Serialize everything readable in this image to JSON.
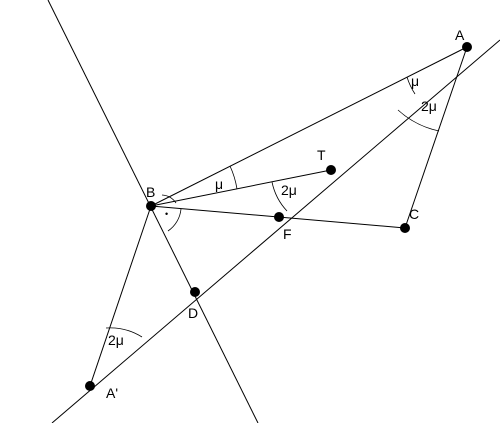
{
  "points": {
    "A": "A",
    "B": "B",
    "C": "C",
    "T": "T",
    "F": "F",
    "D": "D",
    "A_prime": "A'"
  },
  "angles": {
    "mu_at_A": "μ",
    "two_mu_at_A": "2μ",
    "mu_at_B": "μ",
    "two_mu_at_T": "2μ",
    "two_mu_at_A_prime": "2μ",
    "right_angle_dot": "•"
  }
}
